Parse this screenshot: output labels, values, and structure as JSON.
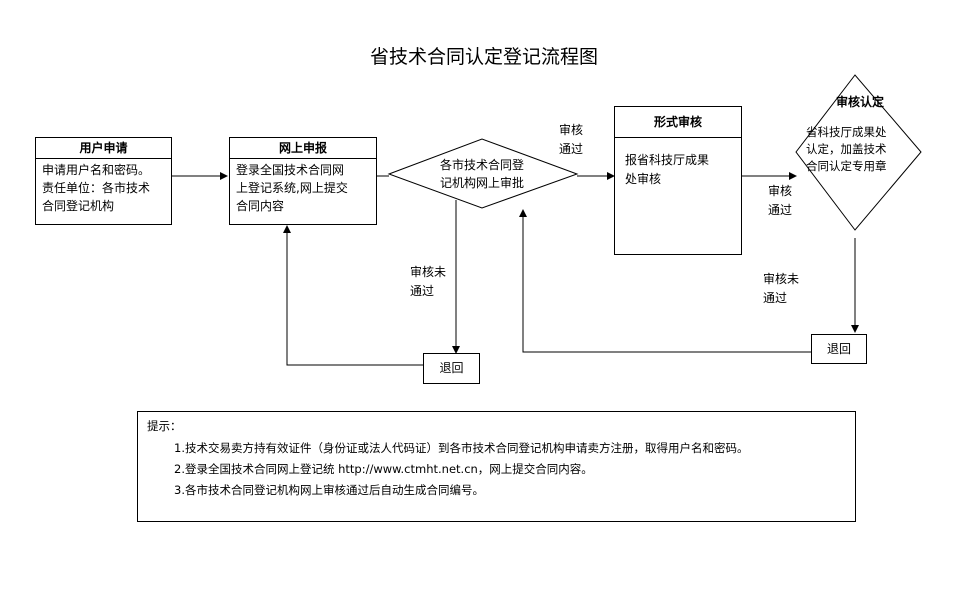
{
  "title": "省技术合同认定登记流程图",
  "steps": {
    "user_apply": {
      "title": "用户申请",
      "line1": "申请用户名和密码。",
      "line2": "责任单位：各市技术",
      "line3": "合同登记机构"
    },
    "online_report": {
      "title": "网上申报",
      "line1": "登录全国技术合同网",
      "line2": "上登记系统,网上提交",
      "line3": "合同内容"
    },
    "city_review": {
      "line1": "各市技术合同登",
      "line2": "记机构网上审批"
    },
    "form_review": {
      "title": "形式审核",
      "line1": "报省科技厅成果",
      "line2": "处审核"
    },
    "certification": {
      "title": "审核认定",
      "line1": "省科技厅成果处",
      "line2": "认定，加盖技术",
      "line3": "合同认定专用章"
    }
  },
  "labels": {
    "pass_1": {
      "line1": "审核",
      "line2": "通过"
    },
    "pass_2": {
      "line1": "审核",
      "line2": "通过"
    },
    "fail_1": {
      "line1": "审核未",
      "line2": "通过"
    },
    "fail_2": {
      "line1": "审核未",
      "line2": "通过"
    },
    "return_1": "退回",
    "return_2": "退回"
  },
  "notes": {
    "title": "提示：",
    "items": [
      "1.技术交易卖方持有效证件（身份证或法人代码证）到各市技术合同登记机构申请卖方注册，取得用户名和密码。",
      "2.登录全国技术合同网上登记统 http://www.ctmht.net.cn，网上提交合同内容。",
      "3.各市技术合同登记机构网上审核通过后自动生成合同编号。"
    ]
  }
}
